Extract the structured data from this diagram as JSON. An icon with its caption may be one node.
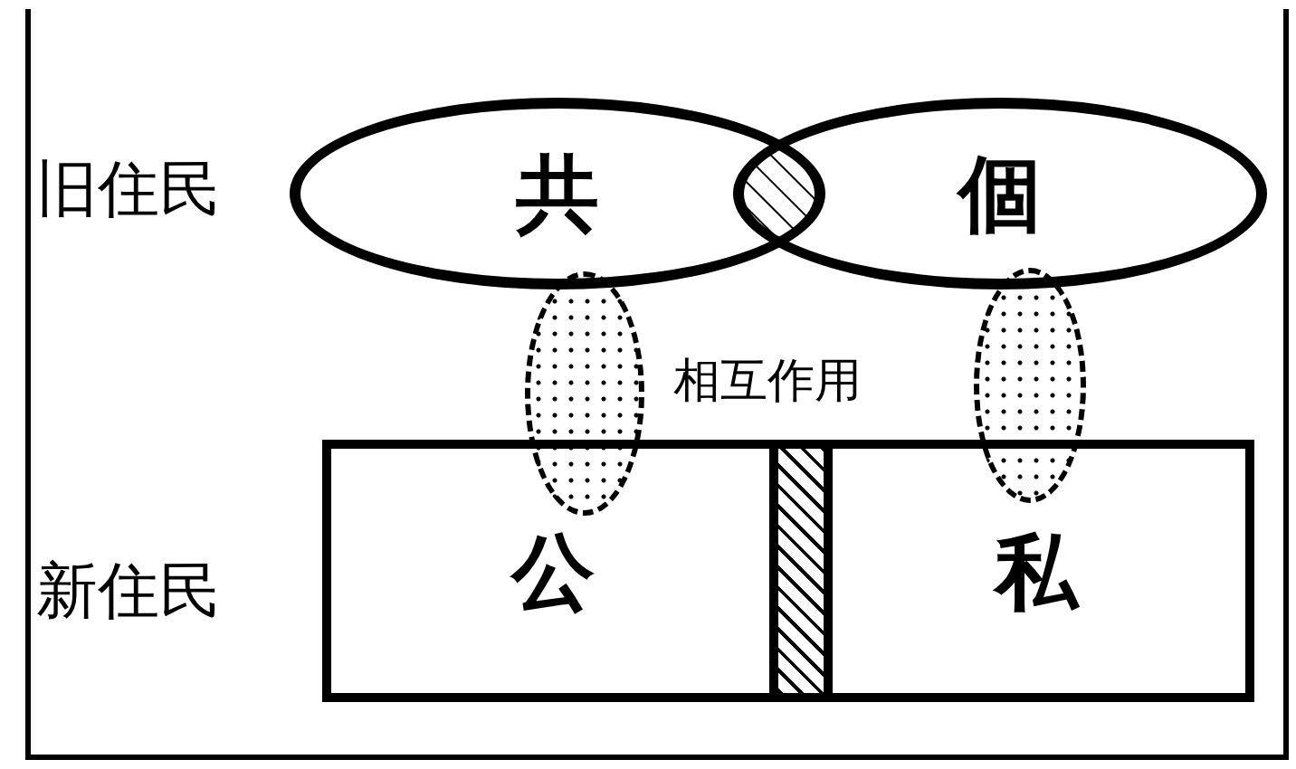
{
  "diagram": {
    "nodes": [
      {
        "text": [
          "共"
        ]
      },
      {
        "text": [
          "個"
        ]
      },
      {
        "text": [
          "公"
        ]
      },
      {
        "text": [
          "私"
        ]
      },
      {
        "text": [],
        "shape": "ellipse"
      },
      {
        "text": [],
        "shape": "ellipse"
      },
      {
        "text": [],
        "shape": "bar"
      }
    ],
    "labels": [
      "旧住民",
      "相互作用",
      "新住民"
    ]
  }
}
